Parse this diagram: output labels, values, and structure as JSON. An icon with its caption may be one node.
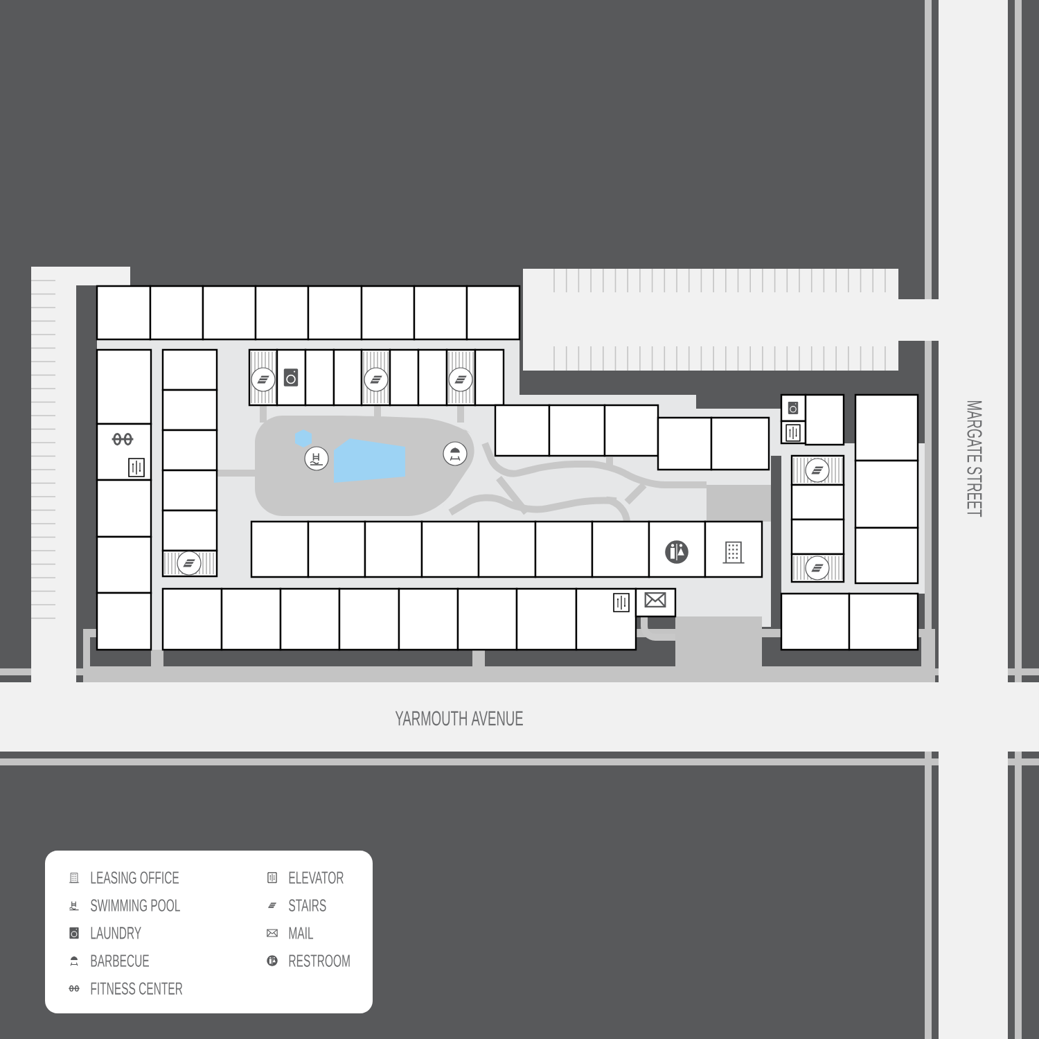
{
  "diagram": {
    "labels": [
      "YARMOUTH AVENUE",
      "MARGATE STREET"
    ],
    "legend": [
      {
        "text": "LEASING OFFICE"
      },
      {
        "text": "SWIMMING POOL"
      },
      {
        "text": "LAUNDRY"
      },
      {
        "text": "BARBECUE"
      },
      {
        "text": "FITNESS CENTER"
      },
      {
        "text": "ELEVATOR"
      },
      {
        "text": "STAIRS"
      },
      {
        "text": "MAIL"
      },
      {
        "text": "RESTROOM"
      }
    ]
  }
}
